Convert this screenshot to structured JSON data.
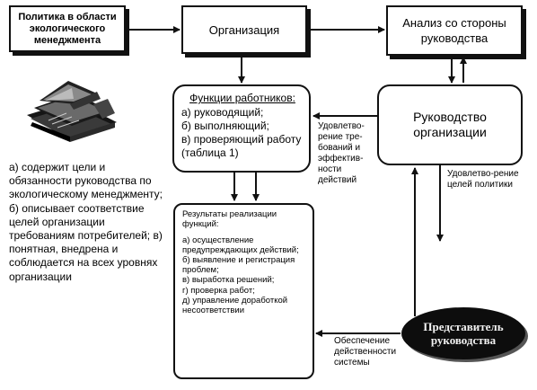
{
  "nodes": {
    "policy": {
      "text": "Политика в области экологического менеджмента"
    },
    "organization": {
      "text": "Организация"
    },
    "review": {
      "text": "Анализ со стороны руководства"
    },
    "functions": {
      "title": "Функции работников:",
      "items": [
        "а) руководящий;",
        "б) выполняющий;",
        "в) проверяющий работу (таблица 1)"
      ]
    },
    "management": {
      "text": "Руководство организации"
    },
    "results": {
      "title": "Результаты реализации функций:",
      "items": [
        "а) осуществление предупреждающих действий;",
        "б) выявление и регистрация проблем;",
        "в) выработка решений;",
        "г) проверка работ;",
        "д) управление доработкой несоответствии"
      ]
    },
    "representative": {
      "text": "Представитель руководства"
    }
  },
  "policy_description": "а) содержит цели и обязанности руководства по экологическому менеджменту; б) описывает соответствие целей организации требованиям потребителей; в) понятная, внедрена и соблюдается на всех уровнях организации",
  "edge_labels": {
    "requirements": "Удовлетво-рение тре-бований и эффектив-ности действий",
    "goals": "Удовлетво-рение целей политики",
    "effectiveness": "Обеспечение действенности системы"
  },
  "icons": {
    "illustration": "books-icon"
  },
  "colors": {
    "line": "#111111",
    "ellipse_fill": "#0d0d0d",
    "ellipse_text": "#f2f2f2"
  }
}
